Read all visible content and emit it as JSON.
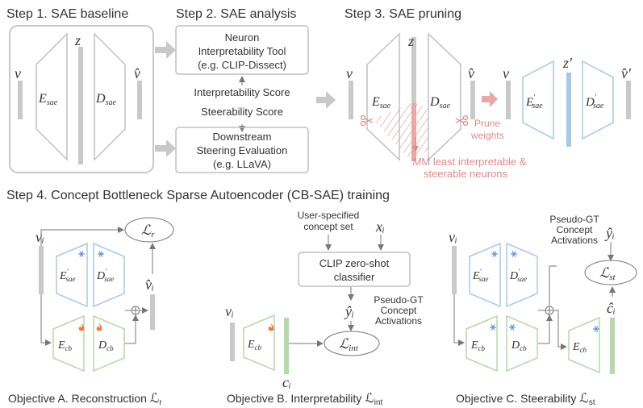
{
  "steps": {
    "s1": {
      "num": "Step 1.",
      "title": "SAE baseline"
    },
    "s2": {
      "num": "Step 2.",
      "title": "SAE analysis"
    },
    "s3": {
      "num": "Step 3.",
      "title": "SAE pruning"
    },
    "s4": {
      "num": "Step 4.",
      "title": "Concept Bottleneck Sparse Autoencoder (CB-SAE) training"
    }
  },
  "step2": {
    "tool_line1": "Neuron",
    "tool_line2": "Interpretability Tool",
    "tool_line3": "(e.g. CLIP-Dissect)",
    "interp_score": "Interpretability Score",
    "steer_score": "Steerability Score",
    "eval_line1": "Downstream",
    "eval_line2": "Steering Evaluation",
    "eval_line3": "(e.g. LLaVA)"
  },
  "step3": {
    "prune_line1": "Prune",
    "prune_line2": "weights",
    "least_line1": "M least interpretable &",
    "least_line2": "steerable neurons"
  },
  "objB": {
    "user_line1": "User-specified",
    "user_line2": "concept set",
    "clip_line1": "CLIP zero-shot",
    "clip_line2": "classifier",
    "pseudo_line1": "Pseudo-GT",
    "pseudo_line2": "Concept",
    "pseudo_line3": "Activations"
  },
  "objC": {
    "pseudo_line1": "Pseudo-GT",
    "pseudo_line2": "Concept",
    "pseudo_line3": "Activations"
  },
  "objectives": {
    "a": {
      "prefix": "Objective A.",
      "name": "Reconstruction"
    },
    "b": {
      "prefix": "Objective B.",
      "name": "Interpretability"
    },
    "c": {
      "prefix": "Objective C.",
      "name": "Steerability"
    }
  },
  "symbols": {
    "v": "v",
    "z": "z",
    "vhat": "v̂",
    "zprime": "z′",
    "vhatprime": "v̂′",
    "E": "E",
    "D": "D",
    "sae": "sae",
    "cb": "cb",
    "prime": "′",
    "vi": "vᵢ",
    "vhat_i": "v̂ᵢ",
    "xi": "xᵢ",
    "yhat_i": "ŷᵢ",
    "ci": "cᵢ",
    "chat_i": "ĉᵢ",
    "L": "ℒ",
    "r": "r",
    "int": "int",
    "st": "st",
    "oplus": "⊕"
  },
  "icons": {
    "frozen": "snowflake-icon",
    "trainable": "fire-icon"
  },
  "colors": {
    "gray_bar": "#c9c9c9",
    "gray_stroke": "#bdbdbd",
    "blue": "#a8c8e8",
    "green": "#b5d9a8",
    "pink": "#e8a8a8",
    "arrow_gray": "#c8c8c8",
    "text": "#333333"
  }
}
